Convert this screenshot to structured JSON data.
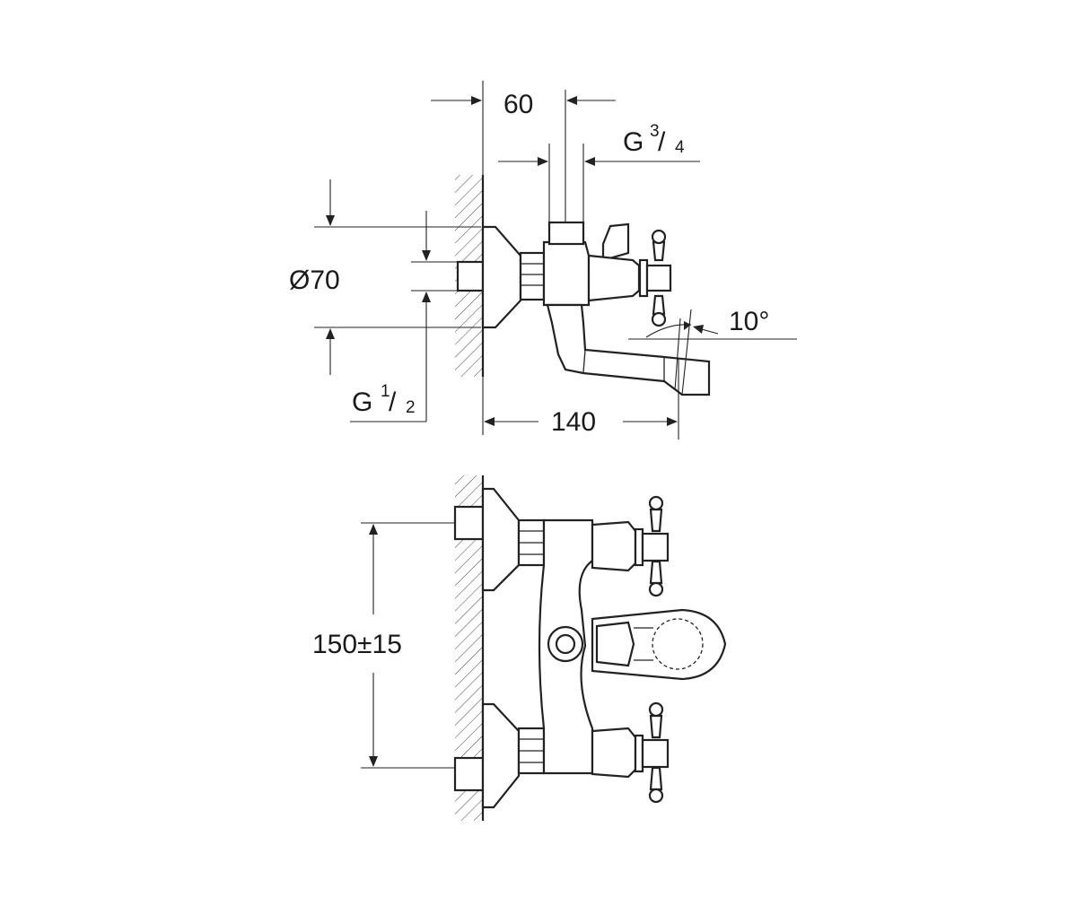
{
  "dimensions": {
    "reach_60": "60",
    "inlet_g34": {
      "prefix": "G",
      "num": "3",
      "den": "4"
    },
    "flange_diameter": "Ø70",
    "inlet_g12": {
      "prefix": "G",
      "num": "1",
      "den": "2"
    },
    "spout_angle": "10°",
    "projection_140": "140",
    "center_distance": "150±15"
  }
}
